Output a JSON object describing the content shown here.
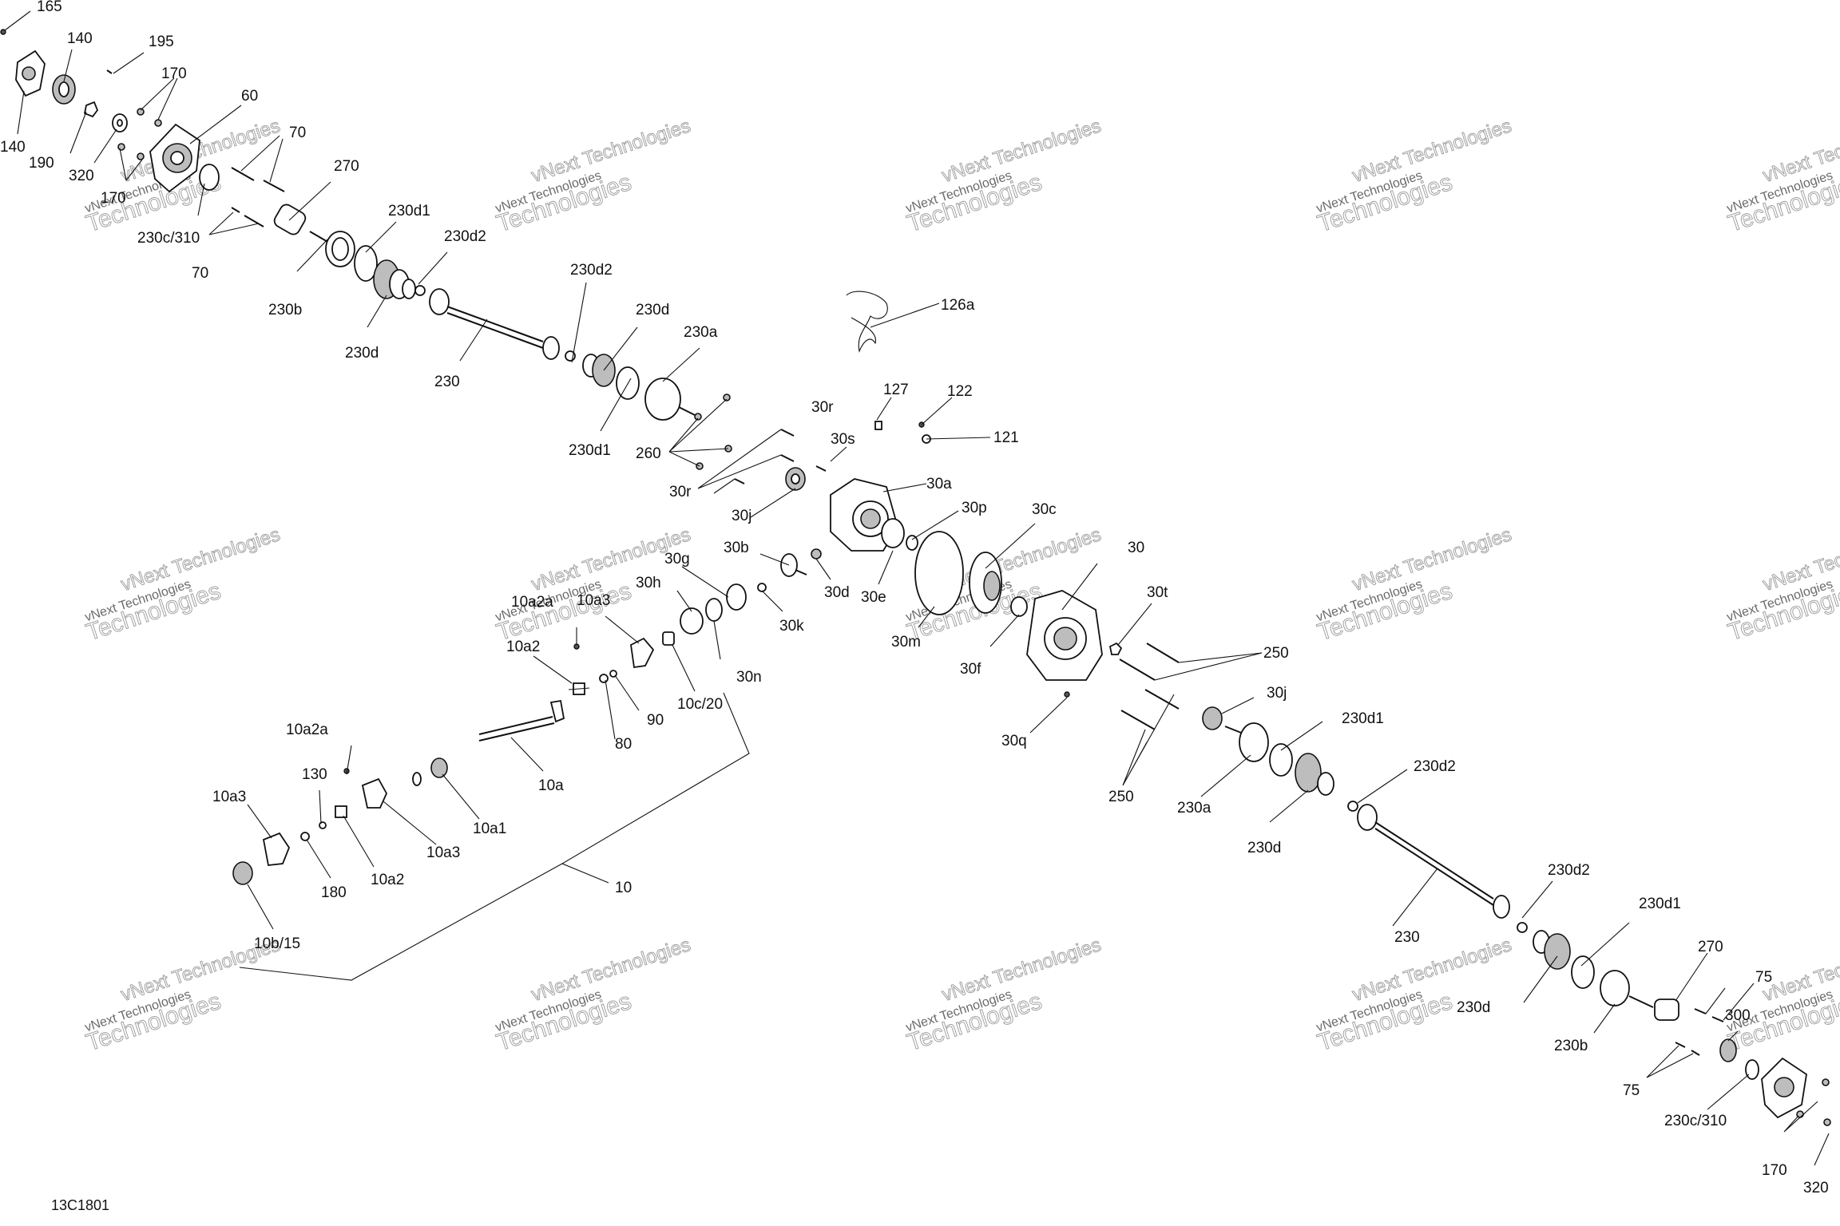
{
  "drawing_id": "13C1801",
  "watermark": {
    "line1": "vNext Technologies",
    "line2": "Technologies",
    "line_small": "vNext Technologies"
  },
  "callouts": [
    "165",
    "140",
    "195",
    "140",
    "170",
    "60",
    "190",
    "320",
    "170",
    "70",
    "270",
    "230c/310",
    "70",
    "230d1",
    "230d2",
    "230b",
    "230d",
    "230d2",
    "230d",
    "230a",
    "230",
    "126a",
    "127",
    "122",
    "121",
    "230d1",
    "260",
    "30r",
    "30s",
    "30r",
    "30a",
    "30j",
    "30p",
    "30c",
    "30b",
    "30d",
    "30e",
    "30m",
    "30",
    "30g",
    "30h",
    "30k",
    "30f",
    "30t",
    "250",
    "10a2a",
    "10a3",
    "10a2",
    "30n",
    "10c/20",
    "90",
    "80",
    "30q",
    "30j",
    "230d1",
    "250",
    "230a",
    "230d2",
    "10a2a",
    "10a",
    "130",
    "10a3",
    "10a1",
    "230d",
    "10a3",
    "10a2",
    "180",
    "10",
    "10b/15",
    "230",
    "230d2",
    "230d1",
    "270",
    "75",
    "230d",
    "300",
    "230b",
    "75",
    "230c/310",
    "170",
    "320"
  ],
  "colors": {
    "line": "#111111",
    "watermark": "#9a9a9a",
    "part_fill": "#ffffff",
    "part_shade": "#bdbdbd"
  }
}
